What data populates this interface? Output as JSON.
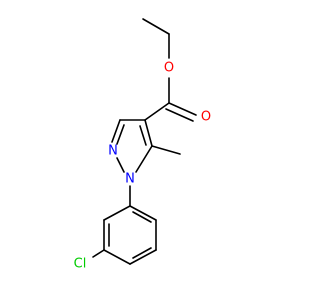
{
  "molecule": {
    "atoms": {
      "ester_o": {
        "symbol": "O",
        "color": "#ff0000"
      },
      "carbonyl_o": {
        "symbol": "O",
        "color": "#ff0000"
      },
      "n_ring": {
        "symbol": "N",
        "color": "#0000ff"
      },
      "n_substituted": {
        "symbol": "N",
        "color": "#0000ff"
      },
      "chlorine": {
        "symbol": "Cl",
        "color": "#00cc00"
      }
    }
  }
}
